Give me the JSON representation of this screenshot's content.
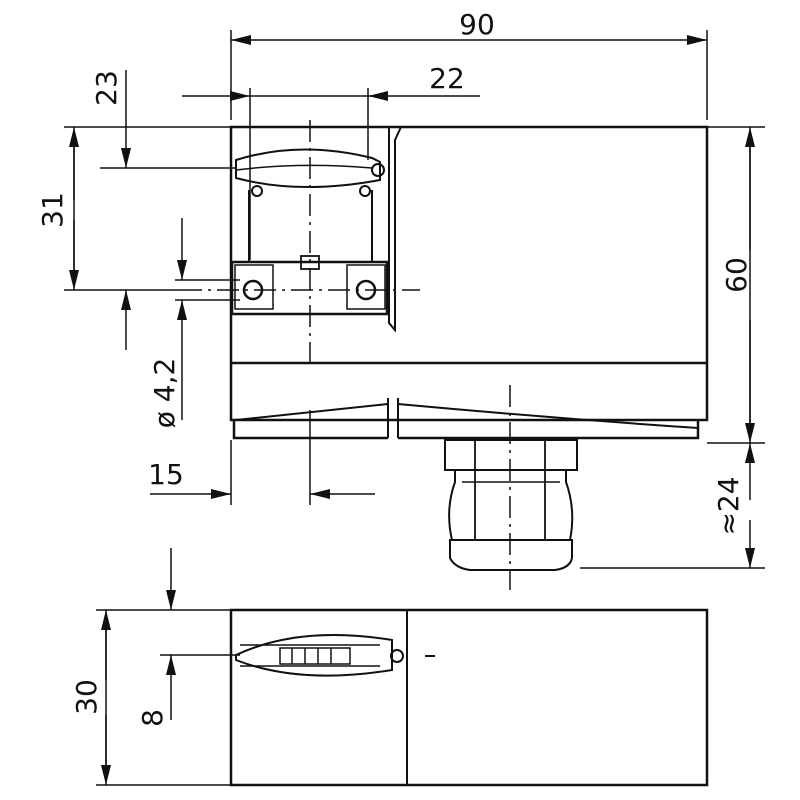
{
  "drawing": {
    "line_color": "#111111",
    "background": "#ffffff"
  },
  "dimensions": {
    "width_total": "90",
    "offset_22": "22",
    "offset_23": "23",
    "height_31": "31",
    "height_60": "60",
    "hole_diameter": "ø 4,2",
    "offset_15": "15",
    "gland_length": "≈24",
    "depth_30": "30",
    "offset_8": "8"
  }
}
